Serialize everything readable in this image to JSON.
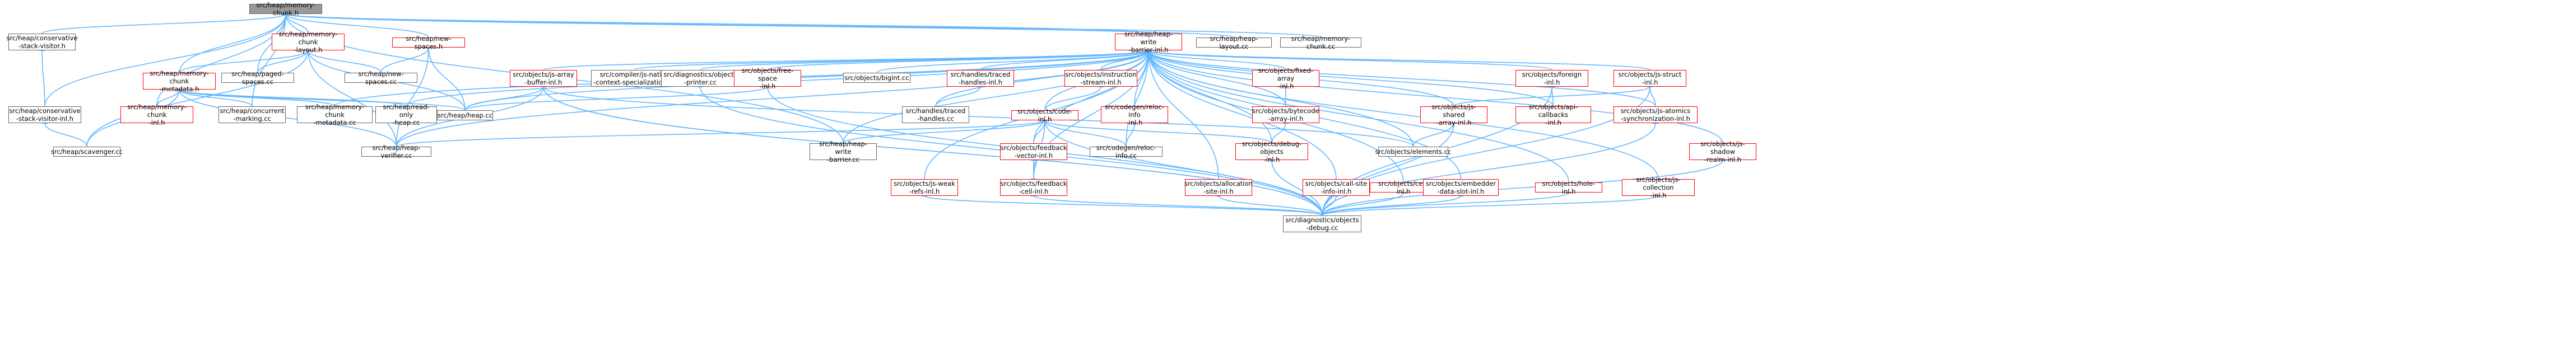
{
  "colors": {
    "edge": "#63b8ff",
    "node_border": "#666666",
    "node_border_highlight": "#ff0000",
    "focus_fill": "#999999"
  },
  "nodes": {
    "n0": {
      "label": "src/heap/memory-chunk.h"
    },
    "n1": {
      "label": "src/heap/conservative\n-stack-visitor.h"
    },
    "n2": {
      "label": "src/heap/memory-chunk\n-layout.h"
    },
    "n3": {
      "label": "src/heap/new-spaces.h"
    },
    "n4": {
      "label": "src/heap/heap-write\n-barrier-inl.h"
    },
    "n5": {
      "label": "src/heap/heap-layout.cc"
    },
    "n6": {
      "label": "src/heap/memory-chunk.cc"
    },
    "n7": {
      "label": "src/heap/memory-chunk\n-metadata.h"
    },
    "n8": {
      "label": "src/heap/paged-spaces.cc"
    },
    "n9": {
      "label": "src/heap/new-spaces.cc"
    },
    "n10": {
      "label": "src/objects/js-array\n-buffer-inl.h"
    },
    "n11": {
      "label": "src/compiler/js-native\n-context-specialization.cc"
    },
    "n12": {
      "label": "src/diagnostics/objects\n-printer.cc"
    },
    "n13": {
      "label": "src/objects/free-space\n-inl.h"
    },
    "n14": {
      "label": "src/objects/bigint.cc"
    },
    "n15": {
      "label": "src/handles/traced\n-handles-inl.h"
    },
    "n16": {
      "label": "src/objects/instruction\n-stream-inl.h"
    },
    "n17": {
      "label": "src/objects/fixed-array\n-inl.h"
    },
    "n18": {
      "label": "src/objects/foreign\n-inl.h"
    },
    "n19": {
      "label": "src/objects/js-struct\n-inl.h"
    },
    "n20": {
      "label": "src/heap/conservative\n-stack-visitor-inl.h"
    },
    "n21": {
      "label": "src/heap/memory-chunk\n-inl.h"
    },
    "n22": {
      "label": "src/heap/concurrent\n-marking.cc"
    },
    "n23": {
      "label": "src/heap/memory-chunk\n-metadata.cc"
    },
    "n24": {
      "label": "src/heap/read-only\n-heap.cc"
    },
    "n25": {
      "label": "src/heap/heap.cc"
    },
    "n26": {
      "label": "src/handles/traced\n-handles.cc"
    },
    "n27": {
      "label": "src/objects/code-inl.h"
    },
    "n28": {
      "label": "src/codegen/reloc-info\n-inl.h"
    },
    "n29": {
      "label": "src/objects/bytecode\n-array-inl.h"
    },
    "n30": {
      "label": "src/objects/js-shared\n-array-inl.h"
    },
    "n31": {
      "label": "src/objects/api-callbacks\n-inl.h"
    },
    "n32": {
      "label": "src/objects/js-atomics\n-synchronization-inl.h"
    },
    "n33": {
      "label": "src/heap/scavenger.cc"
    },
    "n34": {
      "label": "src/heap/heap-verifier.cc"
    },
    "n35": {
      "label": "src/heap/heap-write\n-barrier.cc"
    },
    "n36": {
      "label": "src/objects/feedback\n-vector-inl.h"
    },
    "n37": {
      "label": "src/codegen/reloc-info.cc"
    },
    "n38": {
      "label": "src/objects/debug-objects\n-inl.h"
    },
    "n39": {
      "label": "src/objects/elements.cc"
    },
    "n40": {
      "label": "src/objects/js-shadow\n-realm-inl.h"
    },
    "n41": {
      "label": "src/objects/js-weak\n-refs-inl.h"
    },
    "n42": {
      "label": "src/objects/feedback\n-cell-inl.h"
    },
    "n43": {
      "label": "src/objects/allocation\n-site-inl.h"
    },
    "n44": {
      "label": "src/objects/call-site\n-info-inl.h"
    },
    "n45": {
      "label": "src/objects/cell-inl.h"
    },
    "n46": {
      "label": "src/objects/embedder\n-data-slot-inl.h"
    },
    "n47": {
      "label": "src/objects/hole-inl.h"
    },
    "n48": {
      "label": "src/objects/js-collection\n-inl.h"
    },
    "n49": {
      "label": "src/diagnostics/objects\n-debug.cc"
    }
  }
}
